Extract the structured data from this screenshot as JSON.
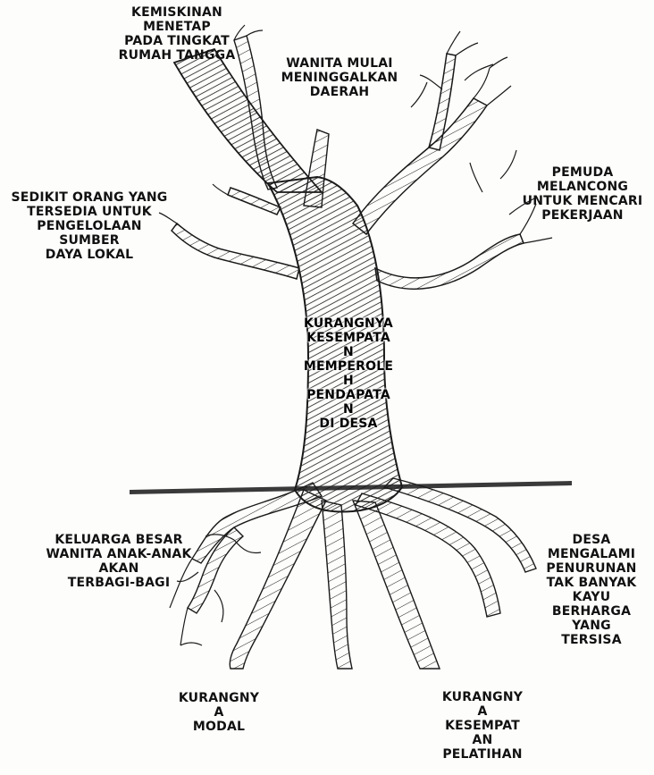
{
  "diagram": {
    "trunk_label": "KURANGNYA\nKESEMPATA\nN\nMEMPEROLE\nH\nPENDAPATA\nN\nDI DESA",
    "branches": {
      "top_left": "KEMISKINAN\nMENETAP\nPADA TINGKAT\nRUMAH TANGGA",
      "top_right": "WANITA MULAI\nMENINGGALKAN\nDAERAH",
      "mid_left": "SEDIKIT ORANG YANG\nTERSEDIA UNTUK\nPENGELOLAAN\nSUMBER\nDAYA LOKAL",
      "mid_right": "PEMUDA\nMELANCONG\nUNTUK MENCARI\nPEKERJAAN"
    },
    "roots": {
      "left": "KELUARGA BESAR\nWANITA ANAK-ANAK\nAKAN\nTERBAGI-BAGI",
      "right": "DESA\nMENGALAMI\nPENURUNAN\nTAK BANYAK\nKAYU\nBERHARGA\nYANG\nTERSISA",
      "bottom_left": "KURANGNY\nA\nMODAL",
      "bottom_right": "KURANGNY\nA\nKESEMPAT\nAN\nPELATIHAN"
    },
    "colors": {
      "ink": "#1a1a1a",
      "paper": "#fdfdfb",
      "ground": "#3a3a3a"
    }
  }
}
